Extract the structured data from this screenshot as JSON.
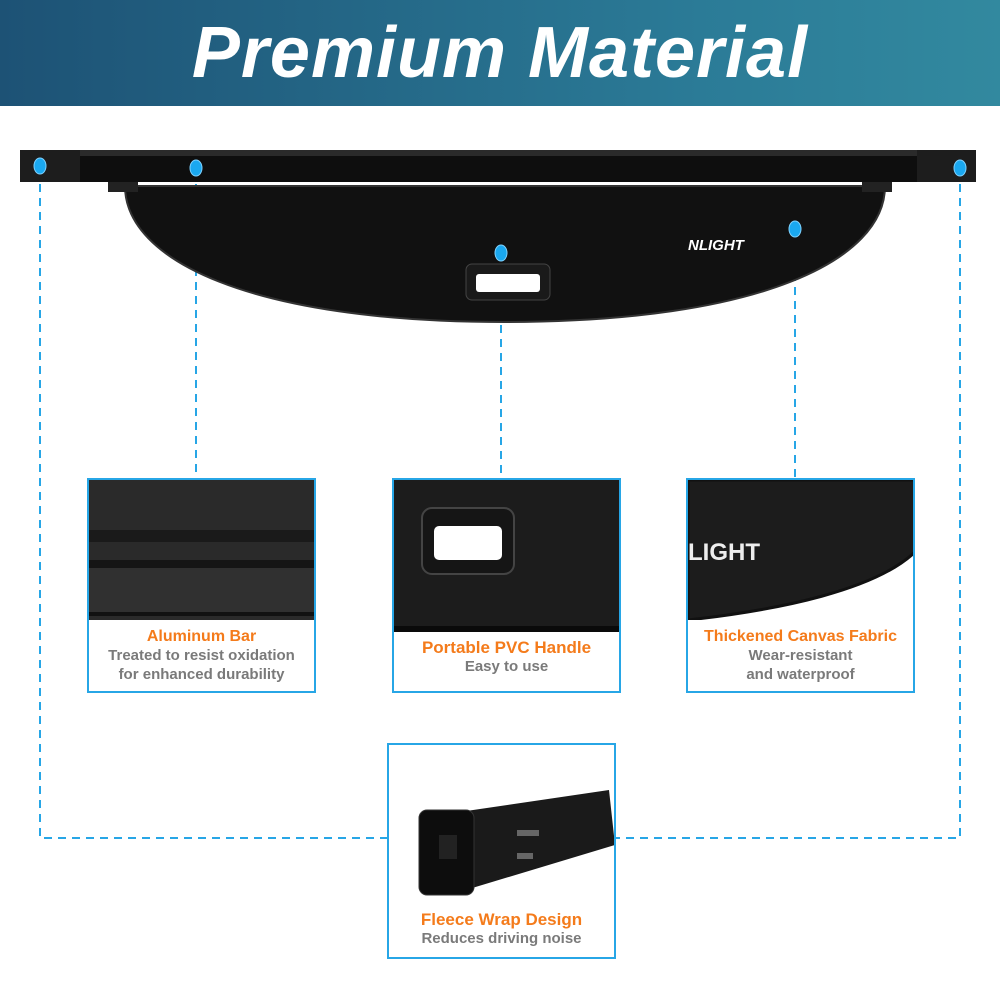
{
  "header": {
    "title": "Premium Material"
  },
  "product": {
    "brand_logo": "NLIGHT"
  },
  "colors": {
    "accent_blue": "#27a6e6",
    "heading_orange": "#f47b1b",
    "header_bg": "#1d5275"
  },
  "features": [
    {
      "title": "Aluminum Bar",
      "lines": [
        "Treated to resist oxidation",
        "for enhanced durability"
      ]
    },
    {
      "title": "Portable PVC Handle",
      "lines": [
        "Easy to use"
      ]
    },
    {
      "title": "Thickened Canvas Fabric",
      "lines": [
        "Wear-resistant",
        "and waterproof"
      ]
    },
    {
      "title": "Fleece Wrap Design",
      "lines": [
        "Reduces driving noise"
      ]
    }
  ]
}
